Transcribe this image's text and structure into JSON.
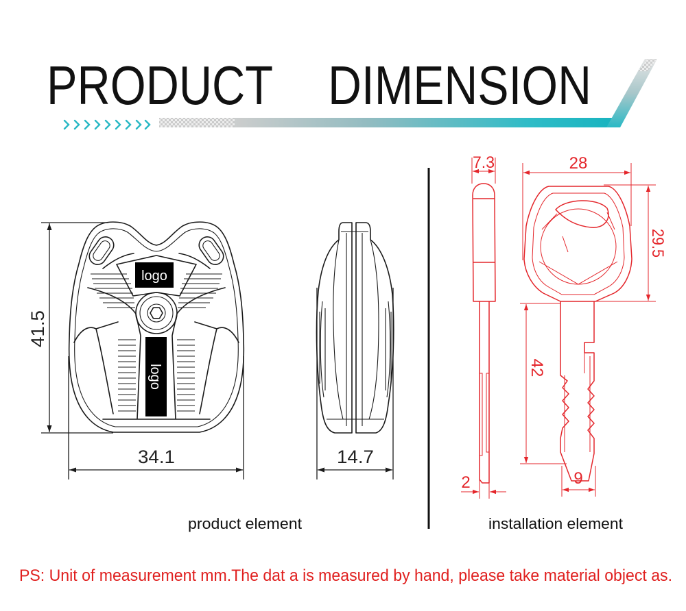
{
  "title": {
    "word1": "PRODUCT",
    "word2": "DIMENSION"
  },
  "product_element": {
    "label": "product element",
    "front_view": {
      "height": "41.5",
      "width": "34.1",
      "logo_top": "logo",
      "logo_bottom": "logo"
    },
    "side_view": {
      "thickness": "14.7"
    }
  },
  "installation_element": {
    "label": "installation element",
    "side_view": {
      "head_thickness": "7.3",
      "blade_thickness": "2"
    },
    "top_view": {
      "head_width": "28",
      "head_height": "29.5",
      "blade_length": "42",
      "blade_width": "9"
    }
  },
  "note": "PS: Unit of measurement mm.The dat a is measured by hand, please take material object as.",
  "icons": [
    "chevron-decoration",
    "title-accent-bar"
  ],
  "colors": {
    "title": "#111111",
    "accent": "#1fb6c2",
    "installation": "#e4262b",
    "note": "#e0201f"
  }
}
